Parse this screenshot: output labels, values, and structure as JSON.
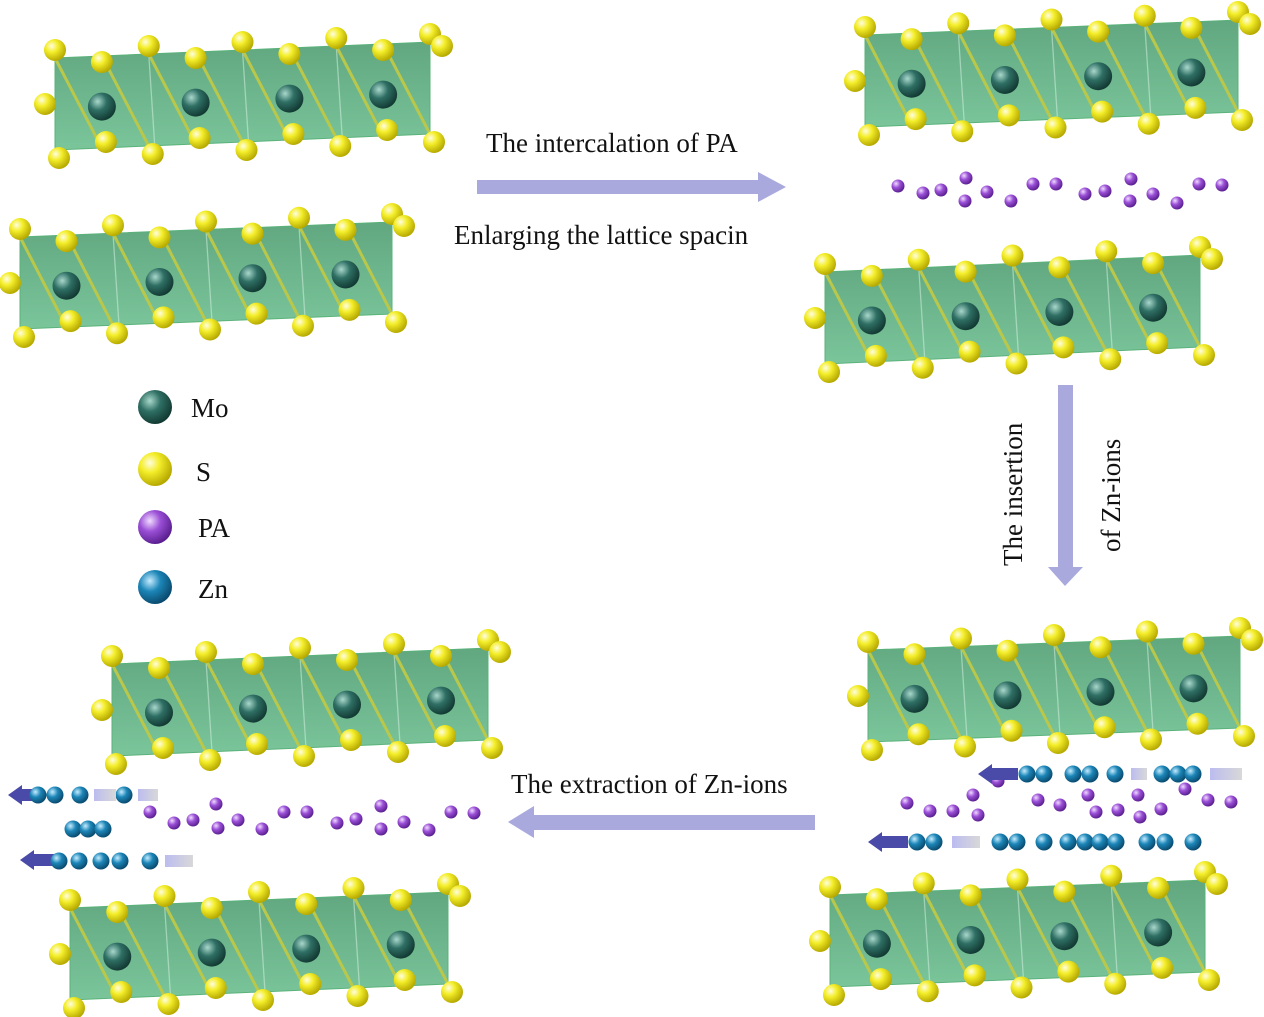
{
  "labels": {
    "intercalation": "The intercalation of PA",
    "enlarging": "Enlarging the lattice spacin",
    "insertion_line1": "The insertion",
    "insertion_line2": "of Zn-ions",
    "extraction": "The extraction of Zn-ions"
  },
  "legend": [
    {
      "label": "Mo",
      "icon": "mo-atom-icon",
      "color": "#2f6f64"
    },
    {
      "label": "S",
      "icon": "s-atom-icon",
      "color": "#e8e21a"
    },
    {
      "label": "PA",
      "icon": "pa-atom-icon",
      "color": "#9a4fd6"
    },
    {
      "label": "Zn",
      "icon": "zn-atom-icon",
      "color": "#1c86b8"
    }
  ],
  "colors": {
    "slab": "#3fa36a",
    "arrow": "#a9a9dd",
    "zn_arrow": "#4a4aa8"
  }
}
